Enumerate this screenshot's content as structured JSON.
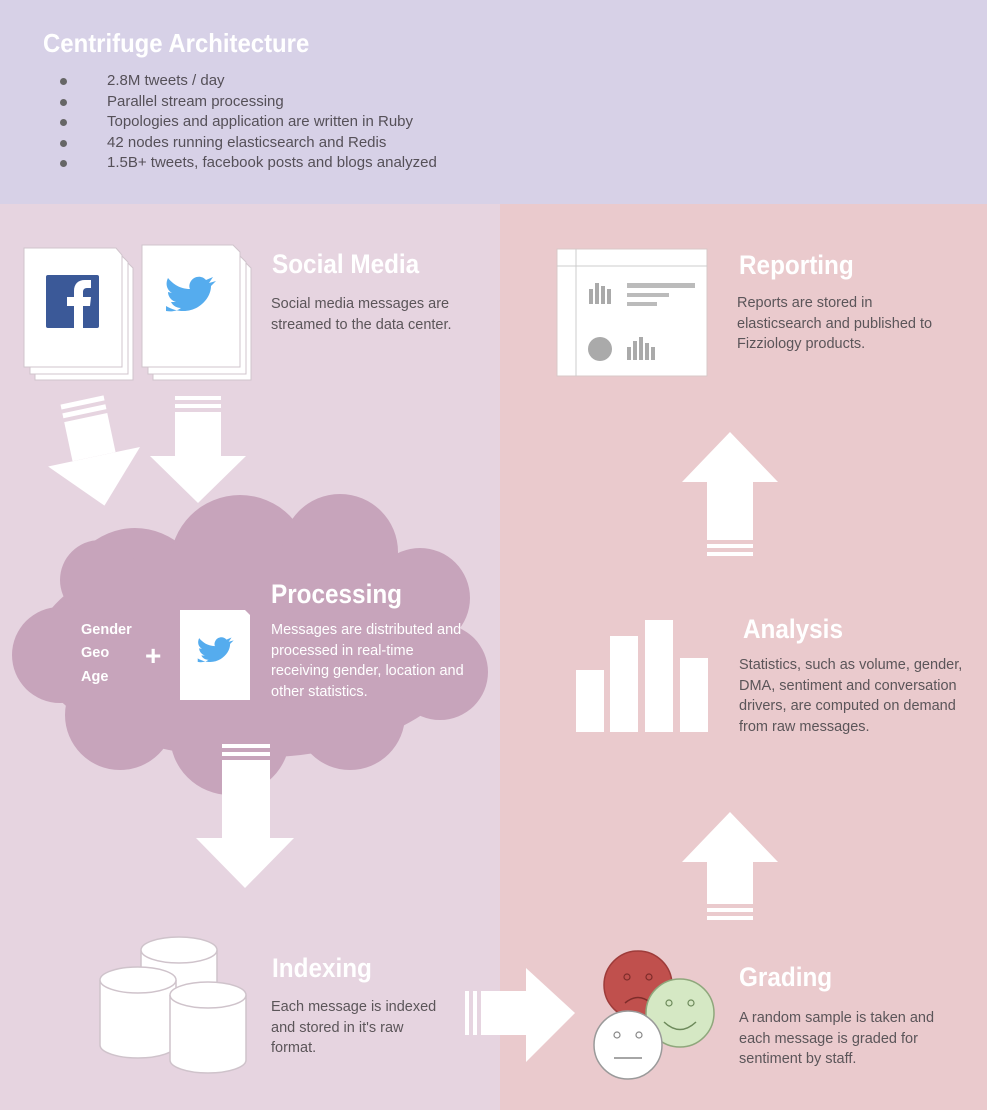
{
  "header": {
    "title": "Centrifuge Architecture",
    "bullets": [
      "2.8M tweets / day",
      "Parallel stream processing",
      "Topologies and application are written in Ruby",
      "42 nodes running elasticsearch and Redis",
      "1.5B+ tweets, facebook posts and blogs analyzed"
    ]
  },
  "sections": {
    "social_media": {
      "title": "Social Media",
      "desc": [
        "Social media messages are",
        "streamed to the data center."
      ]
    },
    "processing": {
      "title": "Processing",
      "desc": [
        "Messages are distributed and",
        "processed in real-time",
        "receiving gender, location and",
        "other statistics."
      ],
      "tags": [
        "Gender",
        "Geo",
        "Age"
      ],
      "plus": "+"
    },
    "indexing": {
      "title": "Indexing",
      "desc": [
        "Each message is indexed",
        "and stored in it's raw",
        "format."
      ]
    },
    "grading": {
      "title": "Grading",
      "desc": [
        "A random sample is taken and",
        "each message is graded for",
        "sentiment by staff."
      ]
    },
    "analysis": {
      "title": "Analysis",
      "desc": [
        "Statistics, such as volume, gender,",
        "DMA, sentiment and conversation",
        "drivers, are computed on demand",
        "from raw messages."
      ]
    },
    "reporting": {
      "title": "Reporting",
      "desc": [
        "Reports are stored in",
        "elasticsearch and published to",
        "Fizziology products."
      ]
    }
  },
  "icons": [
    "facebook-icon",
    "twitter-icon",
    "database-icon",
    "smiley-icon",
    "bar-chart-icon",
    "report-icon",
    "arrow-icon",
    "cloud-icon"
  ],
  "colors": {
    "header_bg": "#d7d1e7",
    "left_bg": "#e6d4e0",
    "right_bg": "#eacacd",
    "cloud": "#c7a4bb",
    "facebook": "#3b5998",
    "twitter": "#55acee",
    "sad_face": "#c0504d",
    "happy_face": "#d5e8c4"
  }
}
